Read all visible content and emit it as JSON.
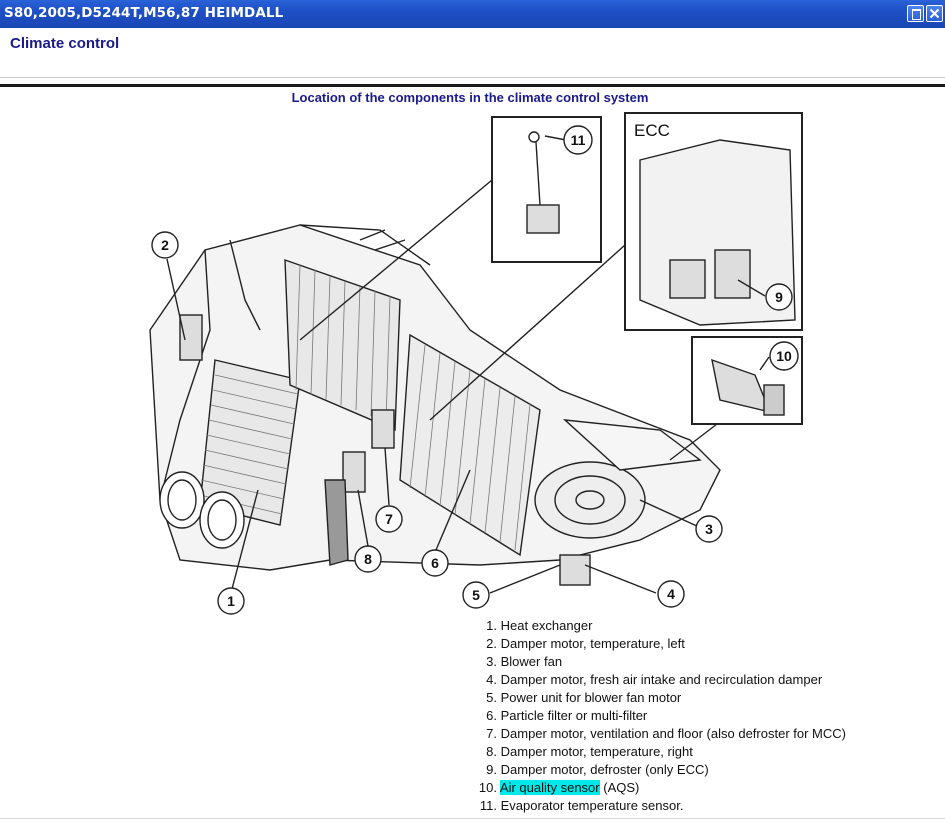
{
  "window": {
    "title": "S80,2005,D5244T,M56,87 HEIMDALL"
  },
  "page": {
    "heading": "Climate control",
    "caption": "Location of the components in the climate control system"
  },
  "figure": {
    "ecc_label": "ECC",
    "callouts": [
      "1",
      "2",
      "3",
      "4",
      "5",
      "6",
      "7",
      "8",
      "9",
      "10",
      "11"
    ]
  },
  "legend": [
    {
      "num": "1.",
      "text": "Heat exchanger"
    },
    {
      "num": "2.",
      "text": "Damper motor, temperature, left"
    },
    {
      "num": "3.",
      "text": "Blower fan"
    },
    {
      "num": "4.",
      "text": "Damper motor, fresh air intake and recirculation damper"
    },
    {
      "num": "5.",
      "text": "Power unit for blower fan motor"
    },
    {
      "num": "6.",
      "text": "Particle filter or multi-filter"
    },
    {
      "num": "7.",
      "text": "Damper motor, ventilation and floor (also defroster for MCC)"
    },
    {
      "num": "8.",
      "text": "Damper motor, temperature, right"
    },
    {
      "num": "9.",
      "text": "Damper motor, defroster (only ECC)"
    },
    {
      "num": "10.",
      "highlight": "Air quality sensor",
      "text": " (AQS)"
    },
    {
      "num": "11.",
      "text": "Evaporator temperature sensor."
    }
  ],
  "colors": {
    "titlebar": "#1e4fc4",
    "heading": "#1a1a8c",
    "highlight": "#00e8e8"
  }
}
